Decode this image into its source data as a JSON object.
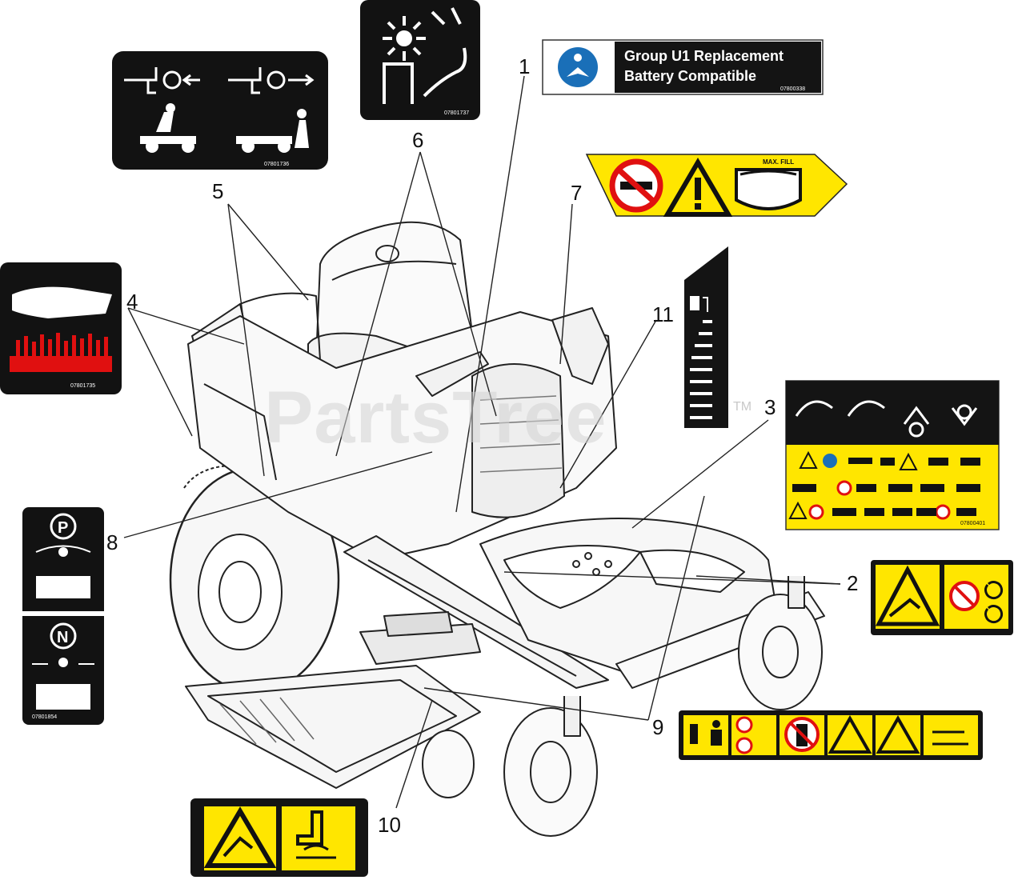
{
  "watermark": "PartsTree",
  "watermark_tm": "TM",
  "callouts": [
    "1",
    "2",
    "3",
    "4",
    "5",
    "6",
    "7",
    "8",
    "9",
    "10",
    "11"
  ],
  "battery_label": {
    "line1": "Group U1 Replacement",
    "line2": "Battery Compatible",
    "code": "07800338"
  },
  "decal_codes": {
    "hand_crush": "07801735",
    "speed_control": "07801736",
    "burn_hazard": "07801737",
    "park_neutral": "07801854",
    "seat_hazard": "07800401"
  },
  "fuel_label": {
    "max_fill": "MAX. FILL"
  },
  "icons": [
    "read-manual-icon",
    "no-smoking-icon",
    "warning-triangle-icon",
    "fuel-gauge-icon",
    "park-icon",
    "neutral-icon",
    "hand-hazard-icon",
    "blade-hazard-icon"
  ],
  "colors": {
    "decal_yellow": "#ffe600",
    "decal_black": "#111111",
    "hot_red": "#e01010",
    "manual_blue": "#1a6fb8"
  }
}
